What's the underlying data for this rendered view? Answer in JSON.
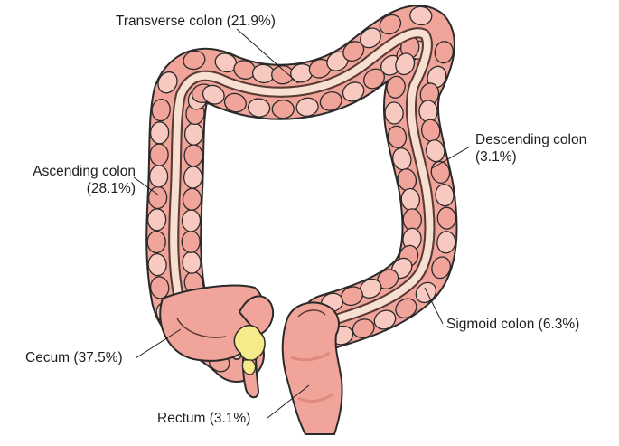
{
  "diagram": {
    "labels": {
      "transverse": "Transverse colon (21.9%)",
      "descending_name": "Descending colon",
      "descending_pct": "(3.1%)",
      "ascending_name": "Ascending colon",
      "ascending_pct": "(28.1%)",
      "sigmoid": "Sigmoid colon (6.3%)",
      "cecum": "Cecum (37.5%)",
      "rectum": "Rectum (3.1%)"
    },
    "colors": {
      "tissue": "#f1a49a",
      "tissue_light": "#f8c9c1",
      "tissue_shadow": "#d97a70",
      "lumen_band": "#f7dfd2",
      "outline": "#2a2a2a",
      "fat": "#f6eb8a",
      "leader_line": "#1e1e1e"
    }
  }
}
